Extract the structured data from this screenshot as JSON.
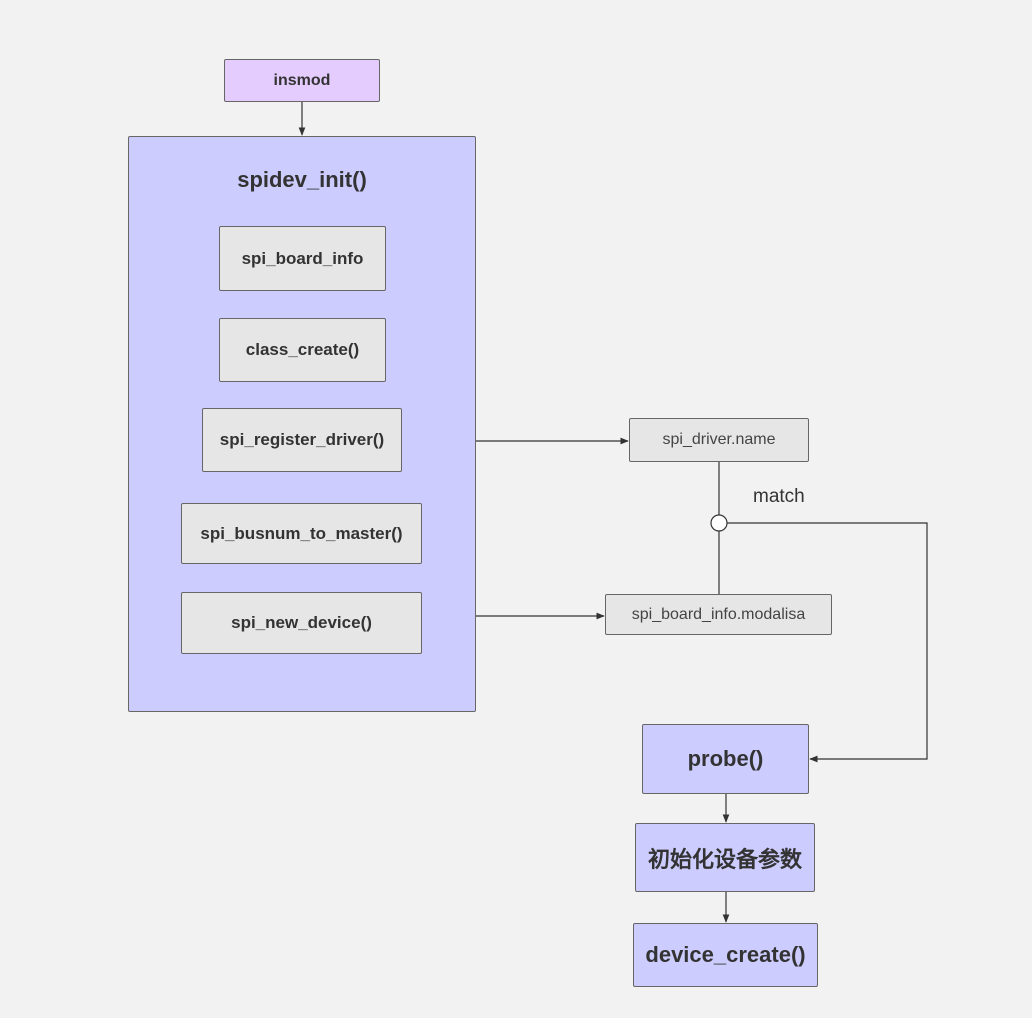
{
  "diagram": {
    "insmod": "insmod",
    "spidev_init": "spidev_init()",
    "spi_board_info": "spi_board_info",
    "class_create": "class_create()",
    "spi_register_driver": "spi_register_driver()",
    "spi_busnum_to_master": "spi_busnum_to_master()",
    "spi_new_device": "spi_new_device()",
    "spi_driver_name": "spi_driver.name",
    "match": "match",
    "spi_board_info_modalias": "spi_board_info.modalisa",
    "probe": "probe()",
    "init_params": "初始化设备参数",
    "device_create": "device_create()"
  },
  "colors": {
    "background": "#f2f2f2",
    "violet": "#ccccff",
    "lilac": "#e5ccff",
    "grey": "#e6e6e6",
    "line": "#333333"
  }
}
